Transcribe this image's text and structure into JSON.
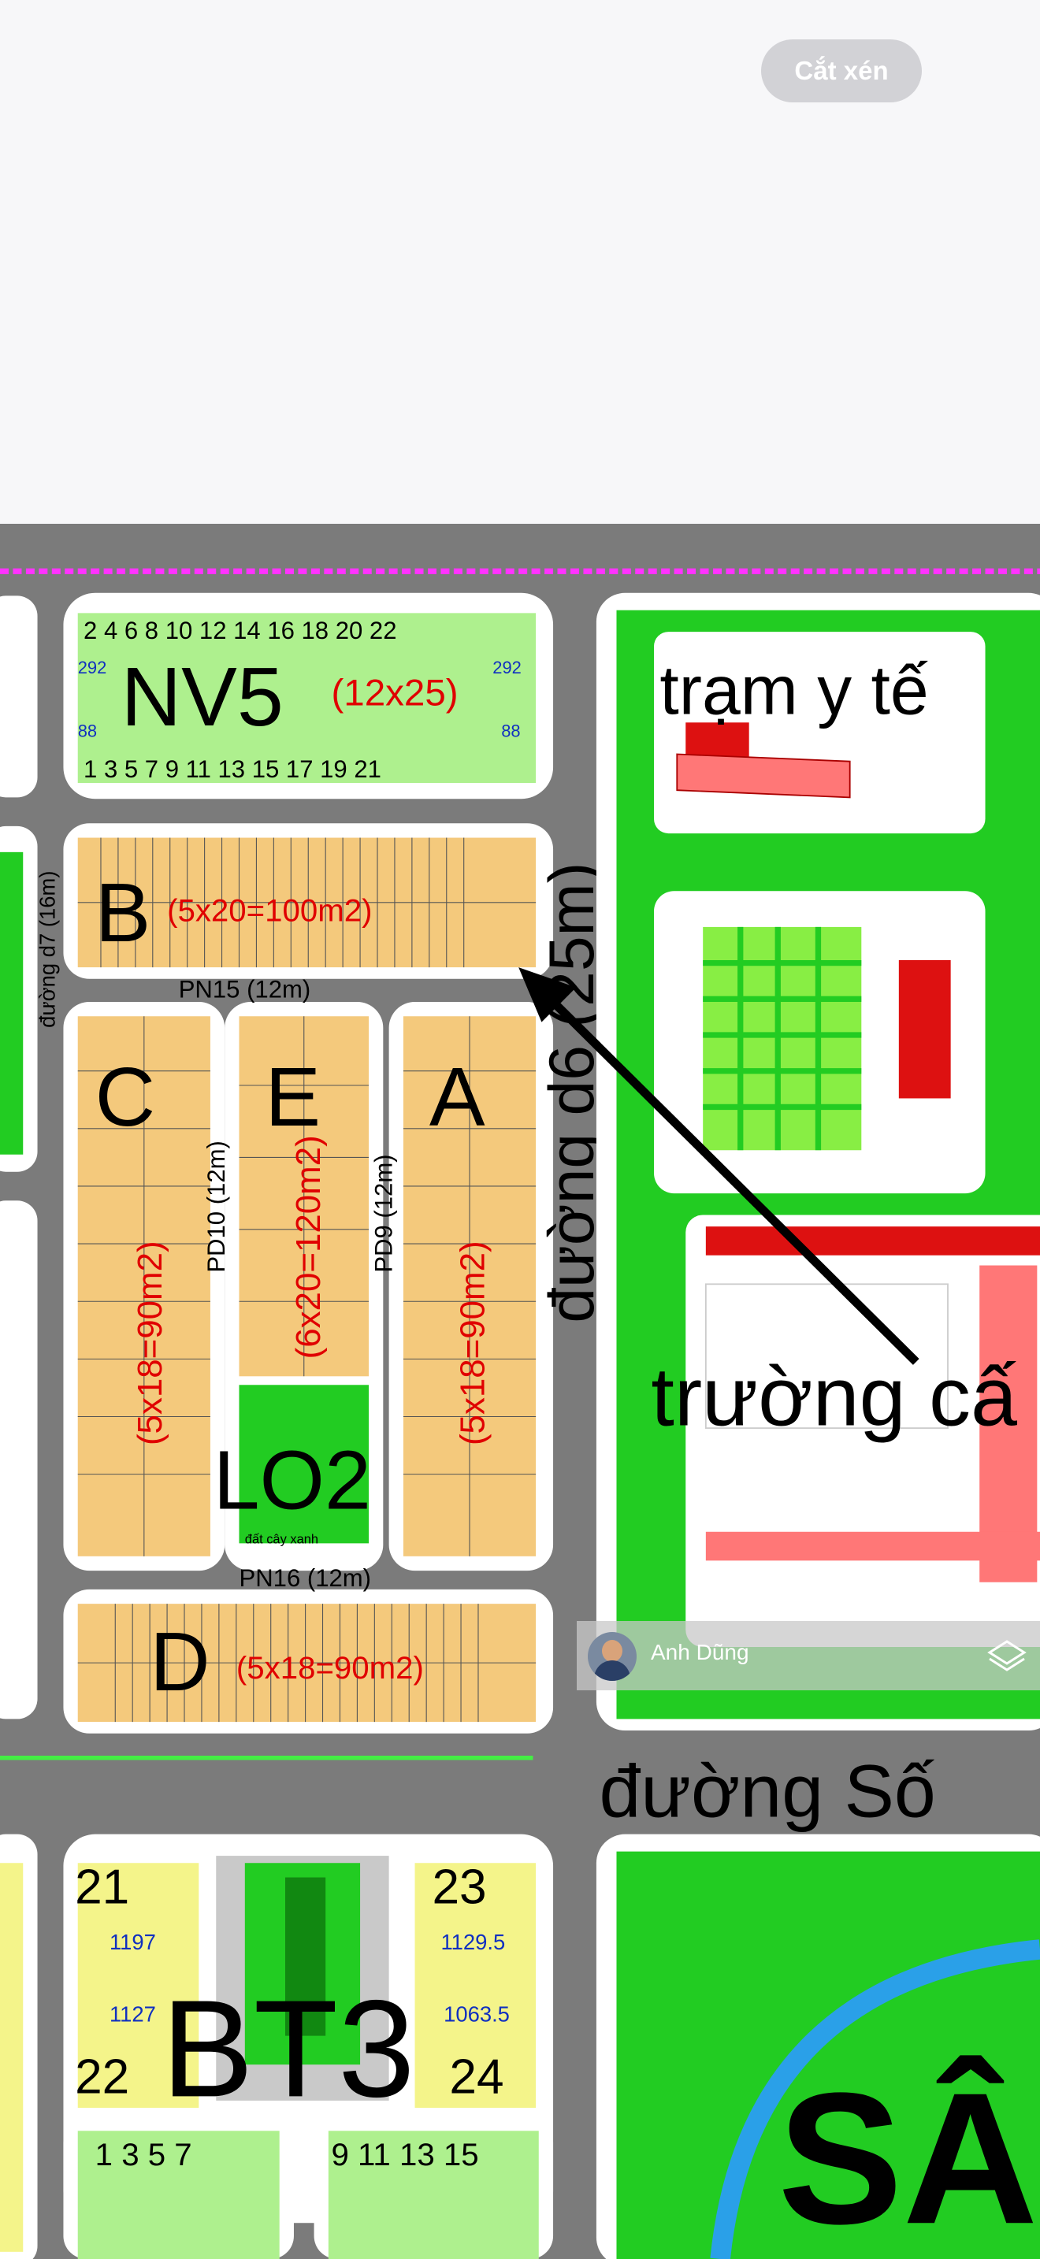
{
  "crop_button": {
    "label": "Cắt xén"
  },
  "map": {
    "blocks": {
      "nv5": {
        "name": "NV5",
        "size": "(12x25)",
        "top_numbers": "2 4 6 8 10 12 14 16 18 20 22",
        "bottom_numbers": "1 3 5 7 9 11 13 15 17 19 21",
        "area_a": "292",
        "area_b": "88"
      },
      "b": {
        "name": "B",
        "size": "(5x20=100m2)"
      },
      "c": {
        "name": "C",
        "size": "(5x18=90m2)"
      },
      "e": {
        "name": "E",
        "size": "(6x20=120m2)"
      },
      "a": {
        "name": "A",
        "size": "(5x18=90m2)"
      },
      "d": {
        "name": "D",
        "size": "(5x18=90m2)"
      },
      "lo2": {
        "name": "LO2",
        "sub": "đất cây xanh"
      },
      "bt3": {
        "name": "BT3",
        "lot21": "21",
        "lot22": "22",
        "lot23": "23",
        "lot24": "24",
        "area21": "1197",
        "area22": "1127",
        "area23": "1129.5",
        "area24": "1063.5"
      }
    },
    "roads": {
      "pn15": "PN15 (12m)",
      "pn16": "PN16 (12m)",
      "pd10": "PD10 (12m)",
      "pd9": "PD9 (12m)",
      "d7": "đường d7 (16m)",
      "d6": "đường d6 (25m)",
      "so": "đường Số"
    },
    "places": {
      "clinic": "trạm y tế",
      "school": "trường cấ",
      "stadium": "SÂ"
    },
    "bottom_lots": "1 3 5 7",
    "bottom_lots2": "9 11 13 15"
  },
  "overlay": {
    "username": "Anh Dũng",
    "layers_icon": "layers-icon"
  }
}
